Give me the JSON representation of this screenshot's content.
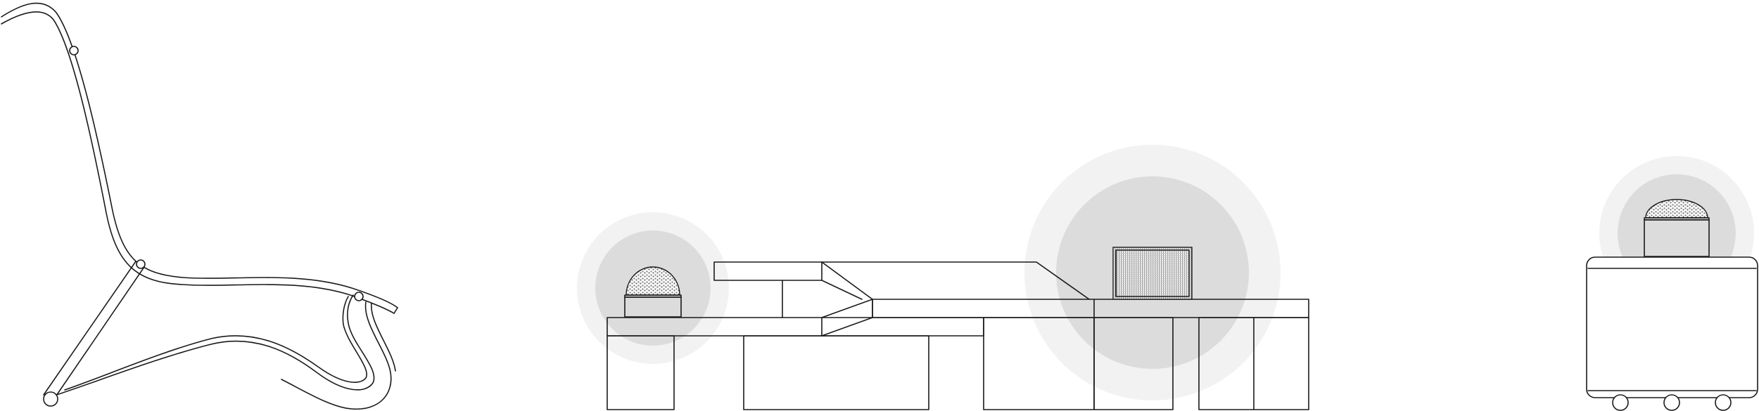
{
  "drawing": {
    "colors": {
      "line": "#1a1a1a",
      "glow_outer": "#f2f2f2",
      "glow_inner": "#dcdcdc",
      "fire": "#9a9a9a",
      "background": "#ffffff"
    },
    "elements": [
      "lounge-chair",
      "bench-with-fire-bowl",
      "daybed-outdoor-kitchen",
      "fireplace-screen",
      "cabinet-on-casters",
      "fire-dome"
    ]
  }
}
